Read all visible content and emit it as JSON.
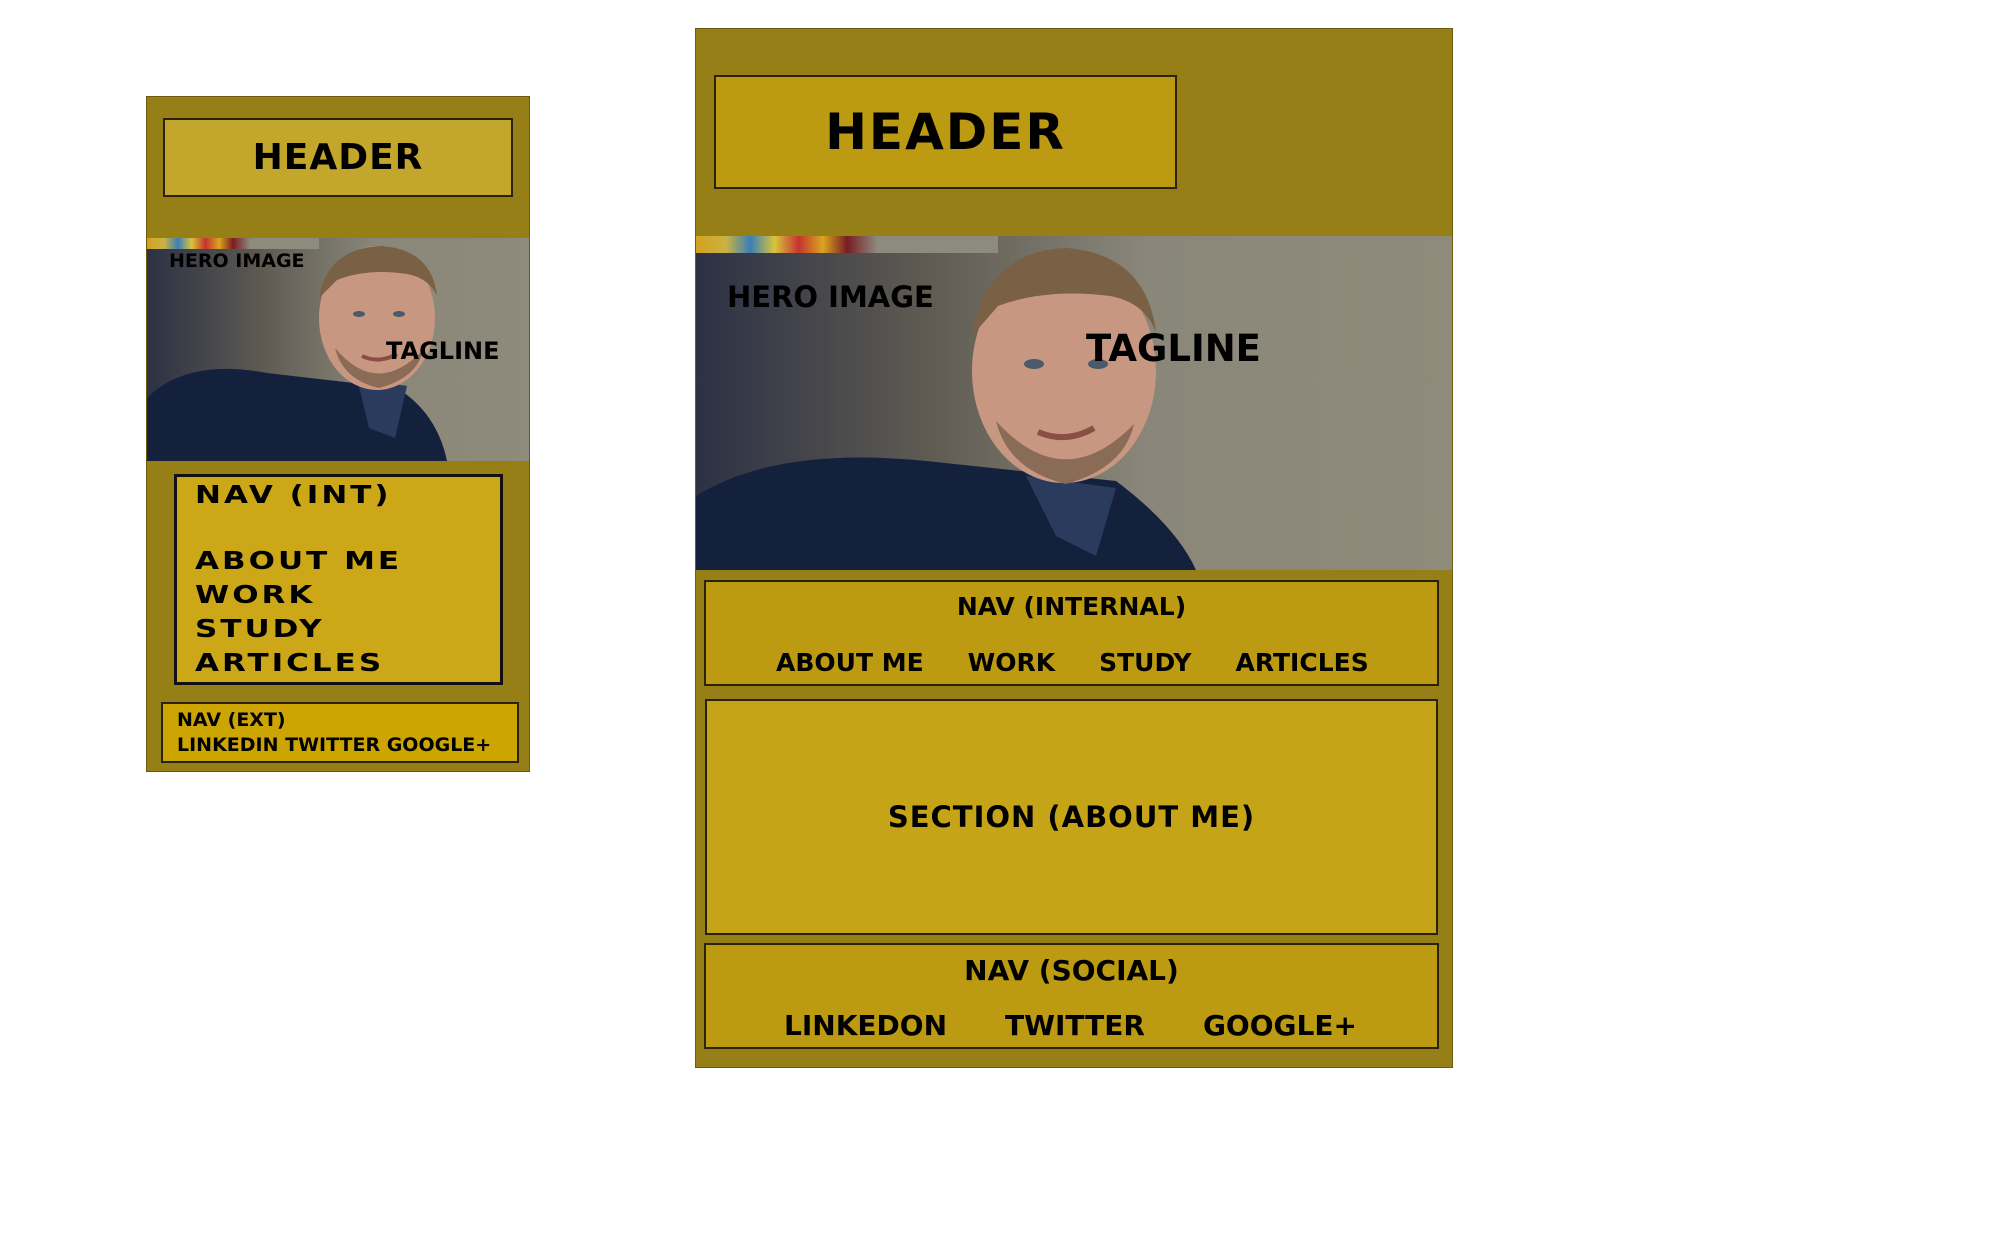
{
  "mobile": {
    "header": "HEADER",
    "hero": {
      "label": "HERO IMAGE",
      "tagline": "TAGLINE"
    },
    "nav_int": {
      "title": "NAV (INT)",
      "items": [
        "ABOUT ME",
        "WORK",
        "STUDY",
        "ARTICLES"
      ]
    },
    "nav_ext": {
      "title": "NAV (EXT)",
      "items_line": "LINKEDIN TWITTER GOOGLE+"
    }
  },
  "desktop": {
    "header": "HEADER",
    "hero": {
      "label": "HERO IMAGE",
      "tagline": "TAGLINE"
    },
    "nav_internal": {
      "title": "NAV (INTERNAL)",
      "items": [
        "ABOUT ME",
        "WORK",
        "STUDY",
        "ARTICLES"
      ]
    },
    "section": "SECTION (ABOUT ME)",
    "nav_social": {
      "title": "NAV (SOCIAL)",
      "items": [
        "LINKEDON",
        "TWITTER",
        "GOOGLE+"
      ]
    }
  },
  "colors": {
    "frame": "#967f17",
    "header_box_mobile": "#c3a72d",
    "header_box_desktop": "#bc9b12",
    "nav_box": "#cca818",
    "section_box": "#c6a418",
    "ext_box": "#cda503"
  },
  "icons": [
    "person-photo"
  ]
}
